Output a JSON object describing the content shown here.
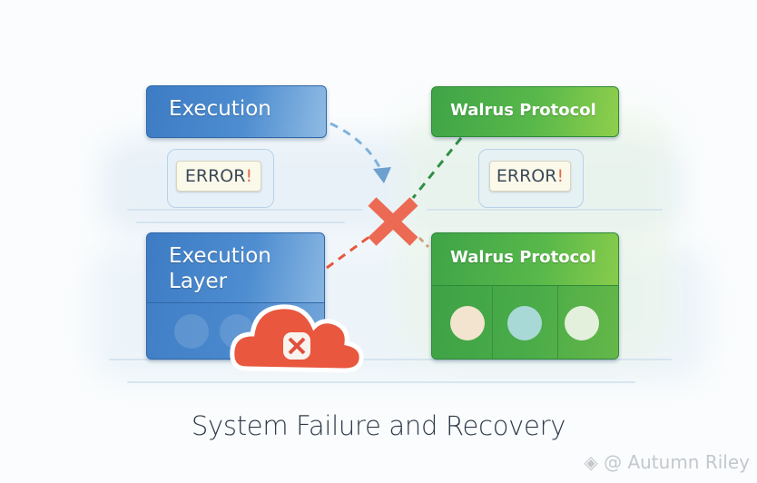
{
  "diagram": {
    "top_left_box": {
      "label": "Execution",
      "color": "#4a86cb"
    },
    "top_right_box": {
      "label": "Walrus Protocol",
      "color": "#4fae48"
    },
    "left_error": {
      "text": "ERROR",
      "mark": "!"
    },
    "right_error": {
      "text": "ERROR",
      "mark": "!"
    },
    "bottom_left_box": {
      "line1": "Execution",
      "line2": "Layer",
      "color": "#4a86cb"
    },
    "bottom_right_box": {
      "label": "Walrus Protocol",
      "color": "#4fae48",
      "slots": [
        {
          "color": "#f2e4cf"
        },
        {
          "color": "#a9d9d6"
        },
        {
          "color": "#e3f0dc"
        }
      ]
    },
    "failure_cloud": {
      "icon": "cloud-error-icon",
      "color": "#e8573e"
    },
    "cross_mark": {
      "icon": "x-icon",
      "color": "#ec6a53"
    },
    "connectors": [
      {
        "from": "top_left_box",
        "to": "center",
        "style": "dashed-arrow",
        "color": "#7fb2dc"
      },
      {
        "from": "top_right_box",
        "to": "center",
        "style": "dashed",
        "color": "#2f8f45"
      },
      {
        "from": "bottom_left_box",
        "to": "center",
        "style": "dashed",
        "color": "#e8573e"
      },
      {
        "from": "center",
        "to": "bottom_right_box",
        "style": "dashed",
        "color": "#d2a37a"
      }
    ]
  },
  "caption": "System Failure and Recovery",
  "watermark": {
    "text": "@ Autumn Riley",
    "icon": "diamond-logo-icon"
  }
}
